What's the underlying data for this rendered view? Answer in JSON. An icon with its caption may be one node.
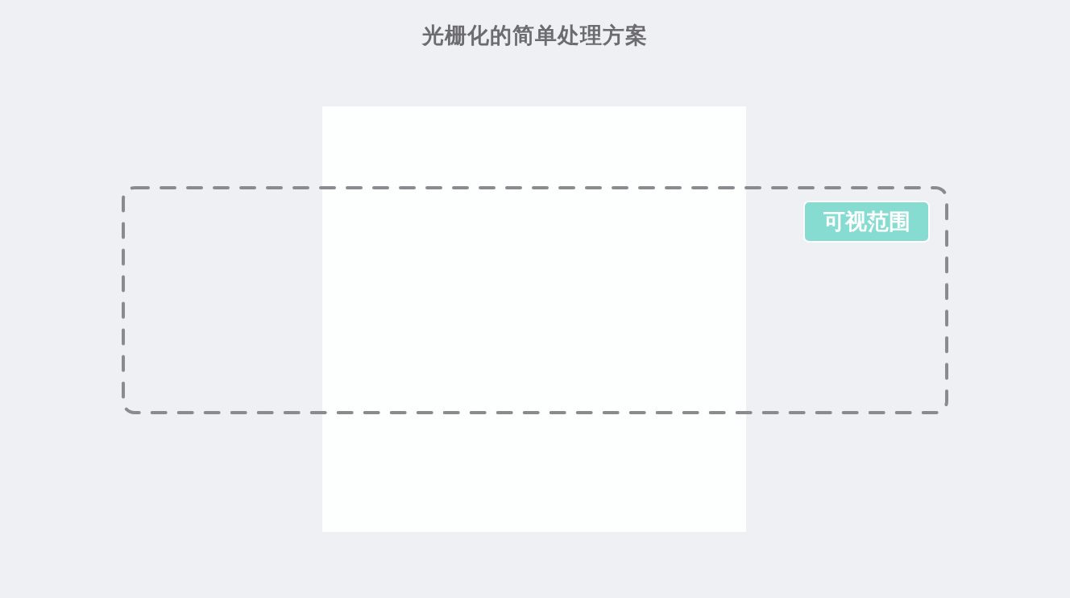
{
  "diagram": {
    "title": "光栅化的简单处理方案",
    "nodes": [
      {
        "text": [],
        "shape": "box"
      },
      {
        "text": [
          "可视范围"
        ],
        "in": 0
      }
    ]
  }
}
